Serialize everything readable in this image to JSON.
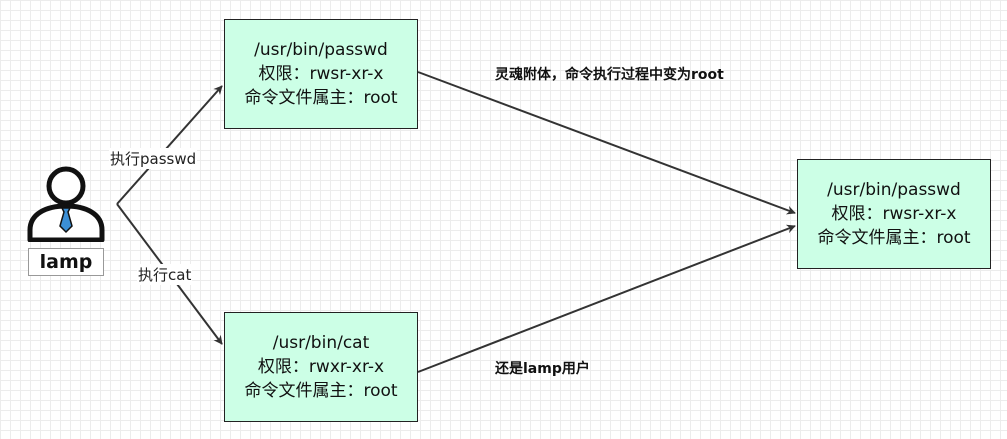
{
  "user": {
    "name": "lamp",
    "icon": "user-person-icon"
  },
  "nodes": {
    "passwd_src": {
      "lines": [
        "/usr/bin/passwd",
        "权限：rwsr-xr-x",
        "命令文件属主：root"
      ]
    },
    "cat_src": {
      "lines": [
        "/usr/bin/cat",
        "权限：rwxr-xr-x",
        "命令文件属主：root"
      ]
    },
    "passwd_dst": {
      "lines": [
        "/usr/bin/passwd",
        "权限：rwsr-xr-x",
        "命令文件属主：root"
      ]
    }
  },
  "edge_labels": {
    "exec_passwd": "执行passwd",
    "exec_cat": "执行cat",
    "soul": "灵魂附体，命令执行过程中变为root",
    "still_lamp": "还是lamp用户"
  },
  "colors": {
    "box_fill": "#ccffe6",
    "stroke": "#333333",
    "tie": "#3b8fd6"
  }
}
